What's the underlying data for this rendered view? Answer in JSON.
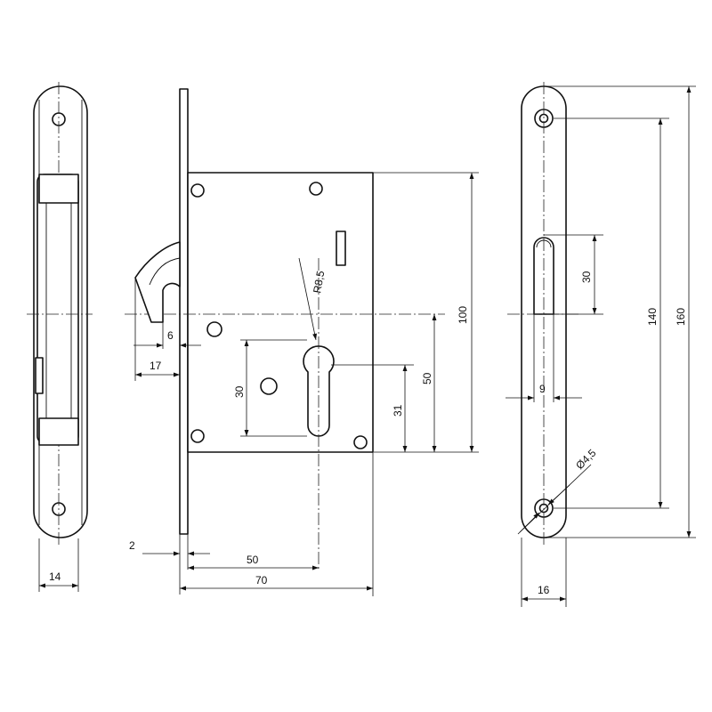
{
  "dimensions": {
    "width_14": "14",
    "width_16": "16",
    "offset_2": "2",
    "backset_50": "50",
    "body_70": "70",
    "hook_6": "6",
    "hook_17": "17",
    "radius": "R8,5",
    "h_30_left": "30",
    "h_31": "31",
    "h_50": "50",
    "h_100": "100",
    "slot_30": "30",
    "slot_9": "9",
    "h_140": "140",
    "h_160": "160",
    "hole_dia": "Ø4,5"
  }
}
